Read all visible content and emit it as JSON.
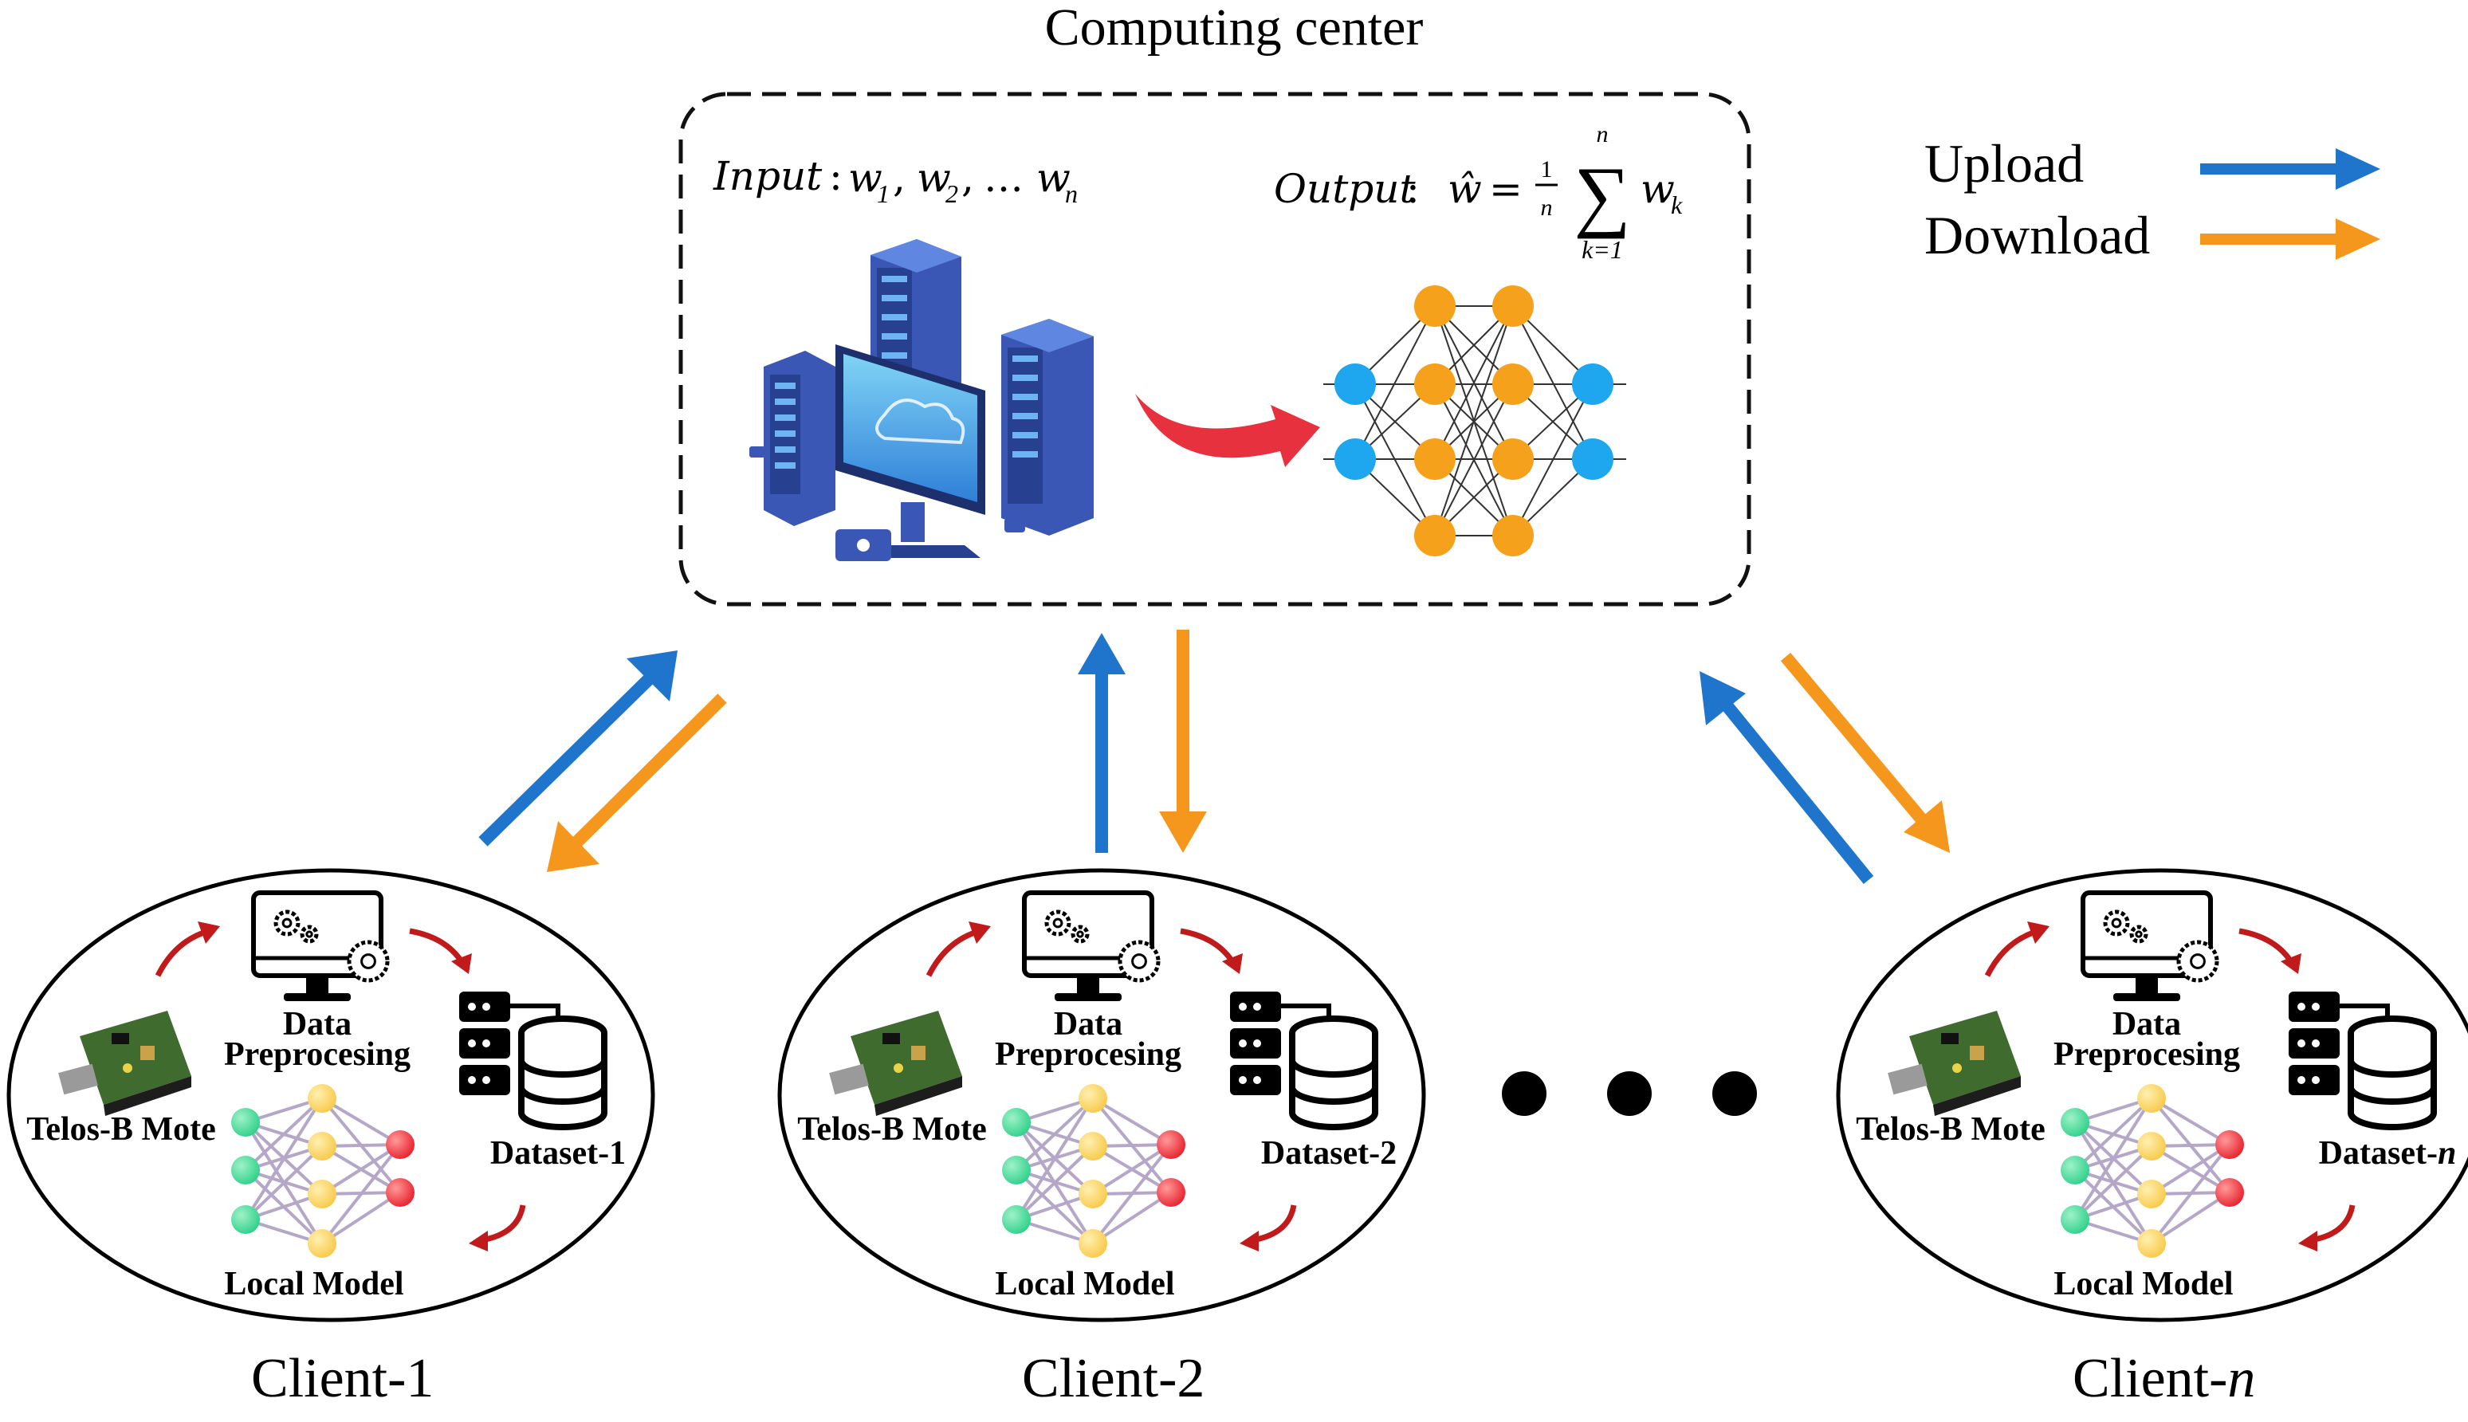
{
  "center": {
    "title": "Computing center",
    "input_label": "Input",
    "input_vars": [
      "w",
      "w",
      "w"
    ],
    "input_subs": [
      "1",
      "2",
      "n"
    ],
    "input_ellipsis": "…",
    "output_label": "Output",
    "output_what": "ŵ",
    "output_frac_num": "1",
    "output_frac_den": "n",
    "output_sum": "∑",
    "output_sum_top": "n",
    "output_sum_bottom": "k=1",
    "output_var": "w",
    "output_var_sub": "k"
  },
  "legend": {
    "upload": "Upload",
    "download": "Download",
    "upload_color": "#1f75cc",
    "download_color": "#f5971c"
  },
  "clients": [
    {
      "label": "Client-1",
      "mote": "Telos-B Mote",
      "prep1": "Data",
      "prep2": "Preprocesing",
      "dataset": "Dataset-1",
      "model": "Local Model"
    },
    {
      "label": "Client-2",
      "mote": "Telos-B Mote",
      "prep1": "Data",
      "prep2": "Preprocesing",
      "dataset": "Dataset-2",
      "model": "Local Model"
    },
    {
      "label": "Client-",
      "label_italic": "n",
      "mote": "Telos-B Mote",
      "prep1": "Data",
      "prep2": "Preprocesing",
      "dataset": "Dataset-",
      "dataset_italic": "n",
      "model": "Local Model"
    }
  ],
  "icons": [
    "server-cluster-icon",
    "computer-gear-icon",
    "database-icon",
    "sensor-mote-icon",
    "neural-network-icon"
  ]
}
